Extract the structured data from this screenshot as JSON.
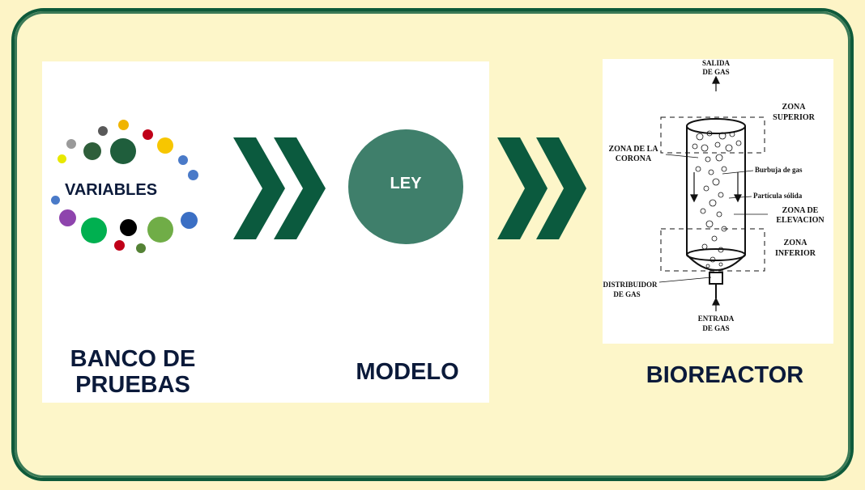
{
  "left_panel": {
    "variables_label": "VARIABLES",
    "banco_line1": "BANCO DE",
    "banco_line2": "PRUEBAS"
  },
  "middle_panel": {
    "ley_label": "LEY",
    "modelo_label": "MODELO"
  },
  "right_panel": {
    "bioreactor_label": "BIOREACTOR",
    "reactor_labels": {
      "salida": [
        "SALIDA",
        "DE GAS"
      ],
      "zona_superior": [
        "ZONA",
        "SUPERIOR"
      ],
      "zona_corona": [
        "ZONA DE LA",
        "CORONA"
      ],
      "burbuja": "Burbuja de gas",
      "particula": "Partícula sólida",
      "zona_elevacion": [
        "ZONA DE",
        "ELEVACION"
      ],
      "zona_inferior": [
        "ZONA",
        "INFERIOR"
      ],
      "distribuidor": [
        "DISTRIBUIDOR",
        "DE GAS"
      ],
      "entrada": [
        "ENTRADA",
        "DE GAS"
      ]
    }
  },
  "colors": {
    "background": "#fdf4c6",
    "frame_border": "#0e5a3a",
    "chevron": "#0b5a3e",
    "ley_circle": "#3f7f6b",
    "label_text": "#0b1a3a"
  },
  "dot_colors": [
    "#595959",
    "#2e5e3a",
    "#f7c600",
    "#c00018",
    "#3b6fc4",
    "#7ab648",
    "#8e44ad",
    "#00b050",
    "#000000",
    "#9a9a9a",
    "#e8e800",
    "#4a7ac8",
    "#f0b400"
  ]
}
